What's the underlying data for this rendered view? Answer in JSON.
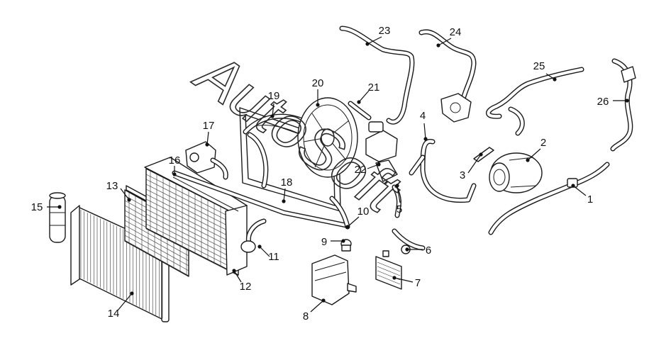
{
  "watermark": {
    "text": "AutoSoft"
  },
  "callouts": [
    {
      "n": "1"
    },
    {
      "n": "2"
    },
    {
      "n": "3"
    },
    {
      "n": "4"
    },
    {
      "n": "5"
    },
    {
      "n": "6"
    },
    {
      "n": "7"
    },
    {
      "n": "8"
    },
    {
      "n": "9"
    },
    {
      "n": "10"
    },
    {
      "n": "11"
    },
    {
      "n": "12"
    },
    {
      "n": "13"
    },
    {
      "n": "14"
    },
    {
      "n": "15"
    },
    {
      "n": "16"
    },
    {
      "n": "17"
    },
    {
      "n": "18"
    },
    {
      "n": "19"
    },
    {
      "n": "20"
    },
    {
      "n": "21"
    },
    {
      "n": "22"
    },
    {
      "n": "23"
    },
    {
      "n": "24"
    },
    {
      "n": "25"
    },
    {
      "n": "26"
    }
  ]
}
